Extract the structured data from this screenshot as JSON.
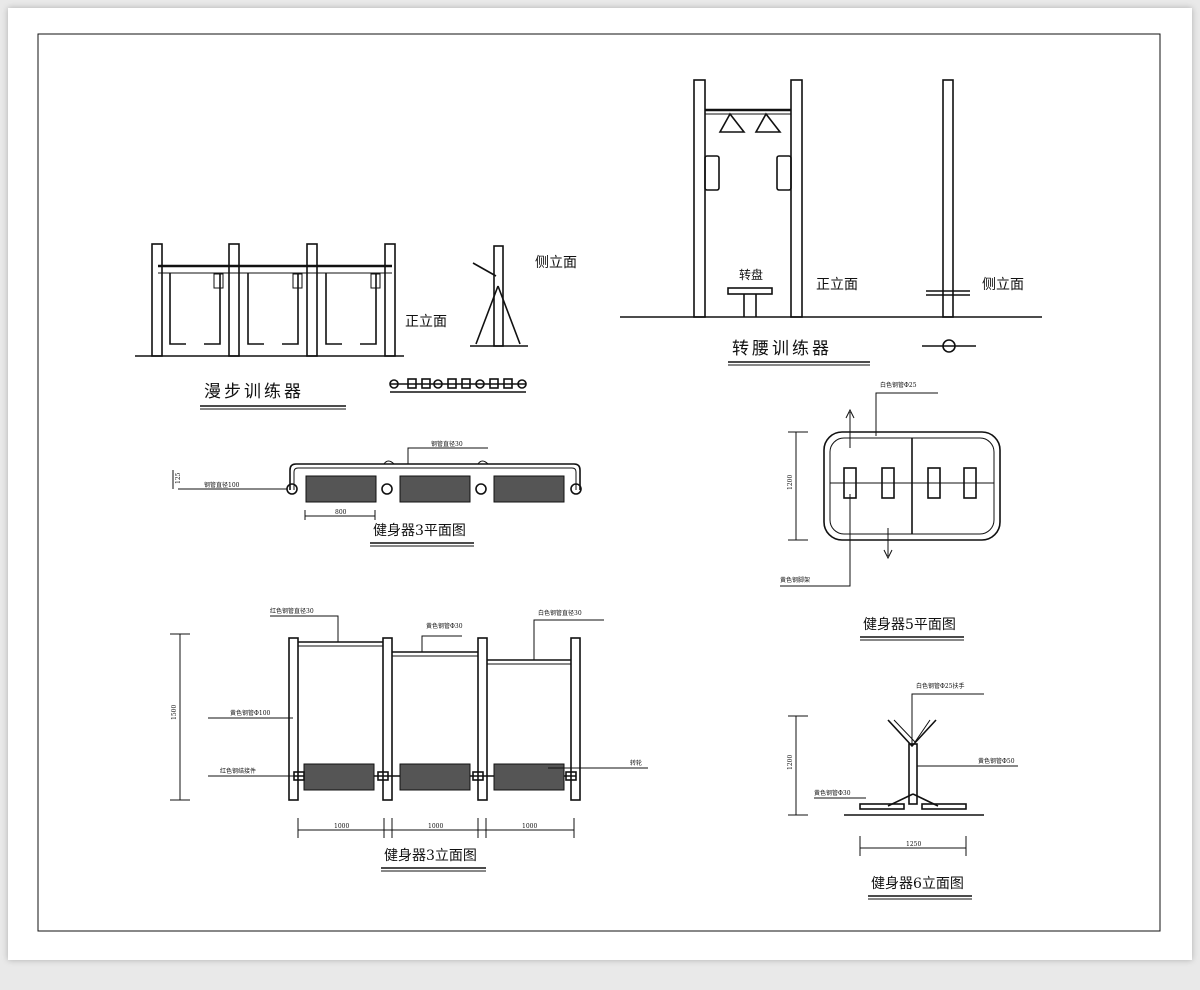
{
  "drawings": {
    "walker": {
      "title": "漫步训练器",
      "front_label": "正立面",
      "side_label": "侧立面"
    },
    "waist_twister": {
      "title": "转腰训练器",
      "turntable_label": "转盘",
      "front_label": "正立面",
      "side_label": "侧立面"
    },
    "equip3_plan": {
      "title": "健身器3平面图",
      "note_pipe": "钢管直径30",
      "note_column": "钢管直径100",
      "dim_width": "800",
      "dim_height": "125"
    },
    "equip3_elev": {
      "title": "健身器3立面图",
      "note_top_left": "红色钢管直径30",
      "note_top_mid": "黄色钢管Φ30",
      "note_top_right": "白色钢管直径30",
      "note_column": "黄色钢管Φ100",
      "note_connector": "红色钢结接件",
      "note_roller": "转轮",
      "dim_height": "1500",
      "dim_a": "1000",
      "dim_b": "1000",
      "dim_c": "1000"
    },
    "equip5_plan": {
      "title": "健身器5平面图",
      "note_top": "白色钢管Φ25",
      "note_bottom": "黄色钢脚架",
      "dim_height": "1200"
    },
    "equip6_elev": {
      "title": "健身器6立面图",
      "note_top": "白色钢管Φ25扶手",
      "note_mid": "黄色钢管Φ50",
      "note_bottom": "黄色钢管Φ30",
      "dim_height": "1200",
      "dim_width": "1250"
    }
  }
}
